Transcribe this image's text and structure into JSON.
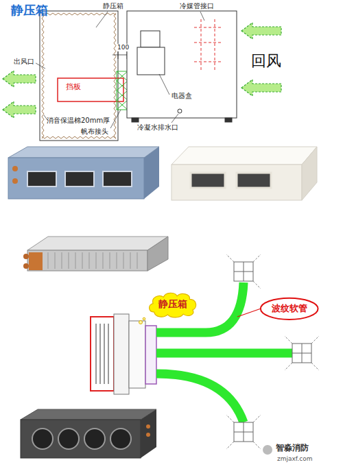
{
  "diagram": {
    "title": "静压箱",
    "nodes": [
      {
        "text": [
          "静压箱"
        ]
      },
      {
        "text": [
          "波纹软管"
        ]
      }
    ],
    "labels": [
      "静压箱",
      "冷媒管接口",
      "100",
      "出风口",
      "挡板",
      "电器盒",
      "消音保温棉20mm厚",
      "帆布接头",
      "冷凝水排水口",
      "回风",
      "智淼消防",
      "zmjaxf.com"
    ]
  }
}
